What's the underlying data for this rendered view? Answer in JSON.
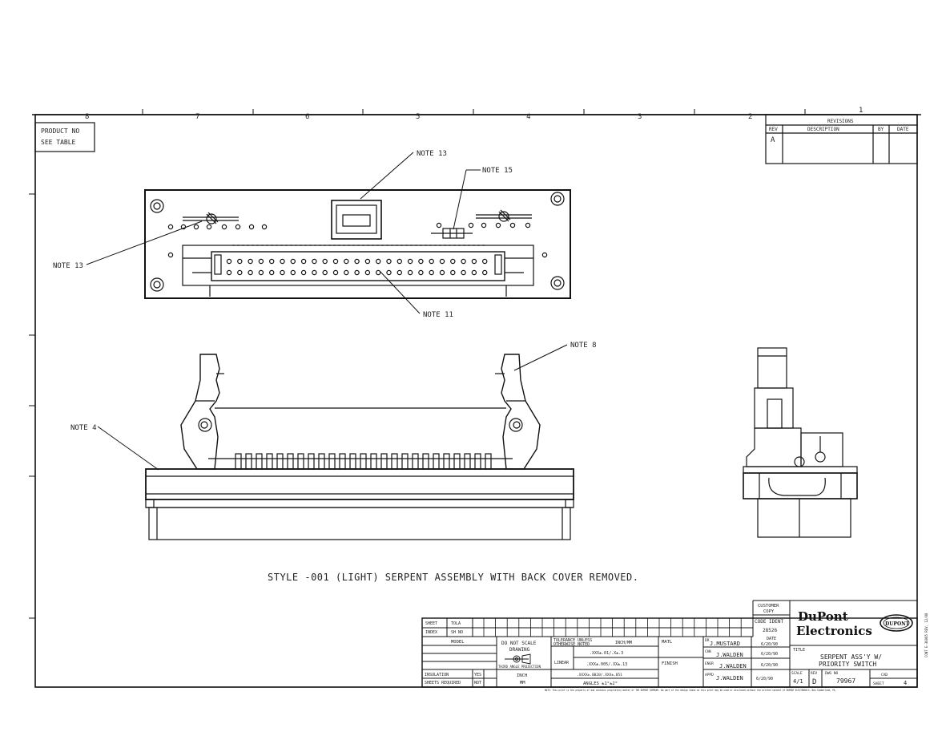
{
  "zone_numbers_top": [
    "8",
    "7",
    "6",
    "5",
    "4",
    "3",
    "2",
    "1"
  ],
  "header_box": {
    "line1": "PRODUCT NO",
    "line2": "SEE TABLE"
  },
  "revisions": {
    "title": "REVISIONS",
    "col_rev": "REV",
    "col_desc": "DESCRIPTION",
    "col_by": "BY",
    "col_date": "DATE",
    "row_rev": "A"
  },
  "notes": {
    "n13_top": "NOTE 13",
    "n15": "NOTE 15",
    "n13_left": "NOTE 13",
    "n11": "NOTE 11",
    "n8": "NOTE 8",
    "n4": "NOTE 4"
  },
  "caption": "STYLE -001 (LIGHT) SERPENT ASSEMBLY WITH BACK COVER REMOVED.",
  "title_block": {
    "sheet_index_1": "SHEET",
    "sheet_index_2": "INDEX",
    "tola": "TOLA",
    "sh_no": "SH NO",
    "model": "MODEL",
    "do_not_scale_1": "DO NOT SCALE",
    "do_not_scale_2": "DRAWING",
    "third_angle": "THIRD ANGLE PROJECTION",
    "inch": "INCH",
    "mm": "MM",
    "tol_1": "TOLERANCE UNLESS",
    "tol_2": "OTHERWISE NOTED",
    "tol_inch_mm": "INCH/MM",
    "tol_v1": ".XXX±.01/.X±.3",
    "linear": "LINEAR",
    "tol_v2": ".XXX±.005/.XX±.13",
    "tol_v3": ".XXXX±.0020/.XXX±.051",
    "angles": "ANGLES ±1°±2°",
    "matl": "MATL",
    "finish": "FINISH",
    "insulation": "INSULATION",
    "sheets_required": "SHEETS REQUIRED",
    "yes": "YES",
    "not": "NOT",
    "dr_label": "DR",
    "dr_name": "J.MUSTARD",
    "chk_label": "CHK",
    "chk_name": "J.WALDEN",
    "engr_label": "ENGR",
    "engr_name": "J.WALDEN",
    "appd_label": "APPD",
    "appd_name": "J.WALDEN",
    "date_label": "DATE",
    "date1": "6/20/90",
    "date2": "6/20/90",
    "date3": "6/20/90",
    "date4": "6/20/90",
    "customer_copy_1": "CUSTOMER",
    "customer_copy_2": "COPY",
    "code_ident_label": "CODE IDENT",
    "code_ident": "28526",
    "company_1": "DuPont",
    "company_2": "Electronics",
    "logo_text": "DUPONT",
    "title_label": "TITLE",
    "title_1": "SERPENT ASS'Y W/",
    "title_2": "PRIORITY SWITCH",
    "scale_label": "SCALE",
    "scale": "4/1",
    "rev_label": "REV",
    "rev": "D",
    "dwg_label": "DWG NO",
    "dwg_no": "79967",
    "cad_label": "CAD",
    "sheet_label": "SHEET",
    "sheet": "4"
  },
  "footnote": "NOTE: This print is the property of and contains proprietary matter of THE DUPONT COMPANY. No part of the design shown on this print may be used or disclosed without the written consent of DUPONT ELECTRONICS, New Cumberland, PA.",
  "side_note": "CONT E-36065 REV. 12/88"
}
